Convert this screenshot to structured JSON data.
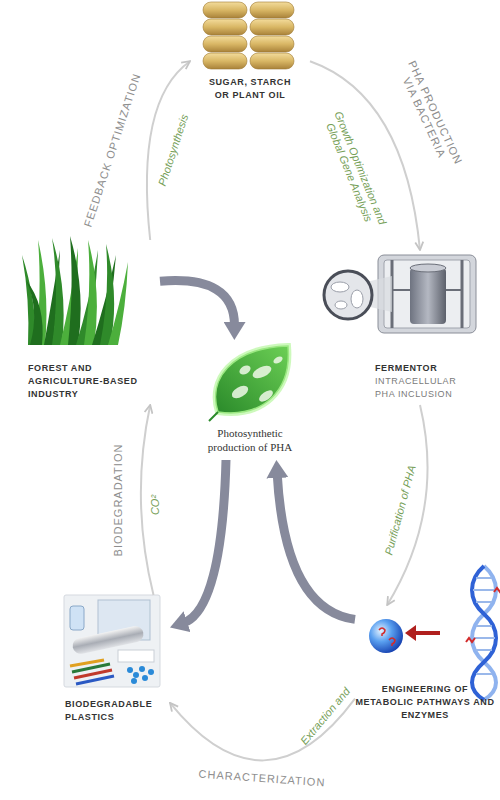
{
  "diagram": {
    "nodes": [
      {
        "text": [
          "SUGAR, STARCH OR PLANT OIL"
        ]
      },
      {
        "text": [
          "FOREST AND AGRICULTURE-BASED INDUSTRY"
        ]
      },
      {
        "text": [
          "FERMENTOR",
          "INTRACELLULAR PHA INCLUSION"
        ]
      },
      {
        "text": [
          "Photosynthetic production of PHA"
        ]
      },
      {
        "text": [
          "BIODEGRADABLE PLASTICS"
        ]
      },
      {
        "text": [
          "ENGINEERING OF METABOLIC PATHWAYS AND ENZYMES"
        ]
      }
    ],
    "edges": [
      {
        "from": 0,
        "to": 2,
        "arrow": "to",
        "label": "PHA PRODUCTION VIA BACTERIA"
      },
      {
        "from": 2,
        "to": 5,
        "arrow": "to"
      },
      {
        "from": 5,
        "to": 4,
        "arrow": "to",
        "label": "CHARACTERIZATION"
      },
      {
        "from": 4,
        "to": 1,
        "arrow": "to",
        "label": "BIODEGRADATION"
      },
      {
        "from": 1,
        "to": 0,
        "arrow": "to",
        "label": "FEEDBACK OPTIMIZATION"
      },
      {
        "from": 1,
        "to": 3,
        "arrow": "to"
      },
      {
        "from": 3,
        "to": 4,
        "arrow": "to"
      },
      {
        "from": 5,
        "to": 3,
        "arrow": "to"
      }
    ],
    "labels": [
      "Photosynthesis",
      "Growth Optimization and Global Gene Analysis",
      "Purification of PHA",
      "Extraction and",
      "CO²"
    ]
  }
}
